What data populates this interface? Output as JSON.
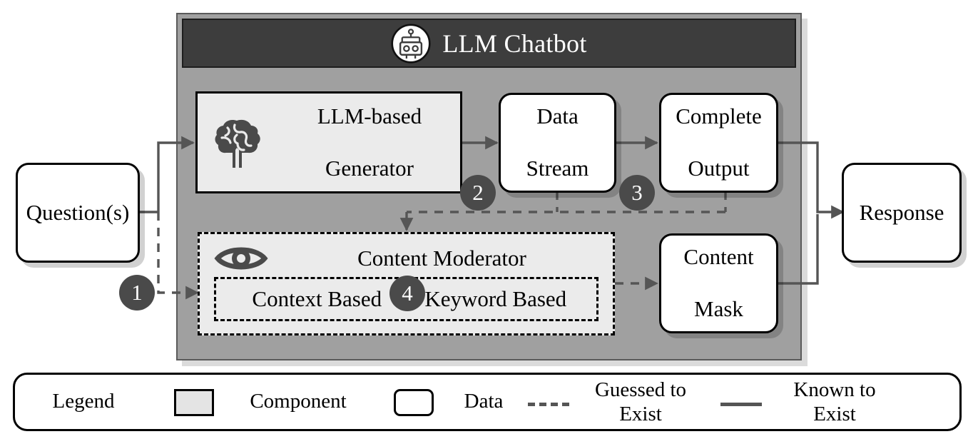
{
  "diagram": {
    "title": "LLM Chatbot architecture with content moderation",
    "chatbot": {
      "header_title": "LLM Chatbot",
      "header_icon": "robot-icon"
    },
    "nodes": {
      "question": {
        "label": "Question(s)",
        "type": "data"
      },
      "generator": {
        "label": "LLM-based\nGenerator",
        "line1": "LLM-based",
        "line2": "Generator",
        "type": "component",
        "icon": "brain-icon"
      },
      "data_stream": {
        "line1": "Data",
        "line2": "Stream",
        "type": "data"
      },
      "complete_output": {
        "line1": "Complete",
        "line2": "Output",
        "type": "data"
      },
      "content_moderator": {
        "label": "Content Moderator",
        "type": "component-guessed",
        "icon": "eye-icon"
      },
      "context_based": {
        "label": "Context Based",
        "type": "component-guessed"
      },
      "keyword_based": {
        "label": "Keyword Based",
        "type": "component-guessed"
      },
      "content_mask": {
        "line1": "Content",
        "line2": "Mask",
        "type": "data"
      },
      "response": {
        "label": "Response",
        "type": "data"
      }
    },
    "badges": [
      {
        "id": "badge-1",
        "label": "1"
      },
      {
        "id": "badge-2",
        "label": "2"
      },
      {
        "id": "badge-3",
        "label": "3"
      },
      {
        "id": "badge-4",
        "label": "4"
      }
    ],
    "legend": {
      "title": "Legend",
      "items": [
        {
          "swatch": "component-swatch",
          "label": "Component"
        },
        {
          "swatch": "data-swatch",
          "label": "Data"
        },
        {
          "swatch": "dashed-line",
          "line1": "Guessed to",
          "line2": "Exist"
        },
        {
          "swatch": "solid-line",
          "line1": "Known to",
          "line2": "Exist"
        }
      ]
    },
    "colors": {
      "chatbot_body": "#a0a0a0",
      "chatbot_header": "#3d3d3d",
      "component_fill": "#ebebeb",
      "data_fill": "#ffffff",
      "badge_fill": "#4a4a4a",
      "edge": "#555555",
      "border": "#000000"
    }
  }
}
